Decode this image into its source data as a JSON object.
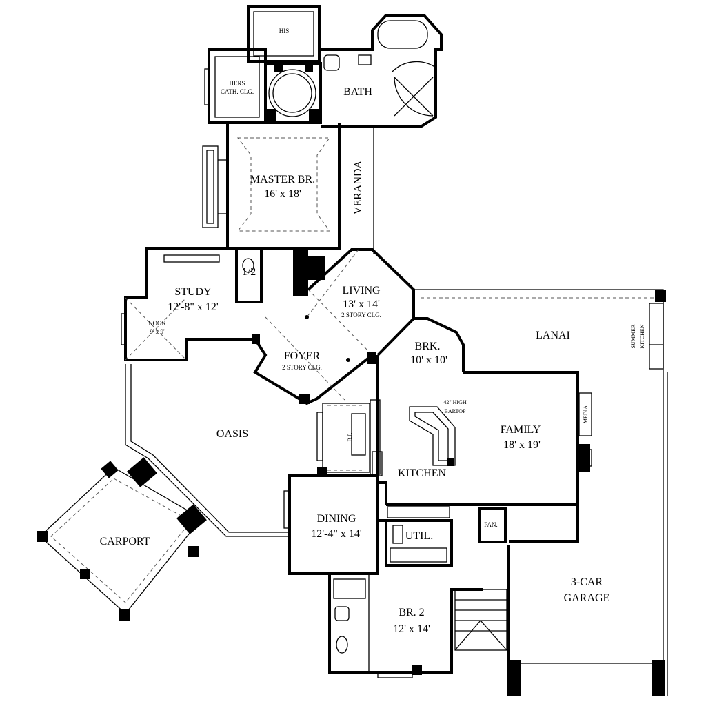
{
  "rooms": {
    "his": "HIS",
    "hers_1": "HERS",
    "hers_2": "CATH. CLG.",
    "bath": "BATH",
    "master_name": "MASTER BR.",
    "master_size": "16' x 18'",
    "veranda": "VERANDA",
    "half_bath": "1/2",
    "study_name": "STUDY",
    "study_size": "12'-8\" x 12'",
    "nook_name": "NOOK",
    "nook_size": "9' x 9'",
    "living_name": "LIVING",
    "living_size": "13' x 14'",
    "living_note": "2 STORY CLG.",
    "foyer_name": "FOYER",
    "foyer_note": "2 STORY CLG.",
    "brk_name": "BRK.",
    "brk_size": "10' x 10'",
    "lanai": "LANAI",
    "summer_1": "SUMMER",
    "summer_2": "KITCHEN",
    "bartop_1": "42\" HIGH",
    "bartop_2": "BARTOP",
    "family_name": "FAMILY",
    "family_size": "18' x 19'",
    "media": "MEDIA",
    "oasis": "OASIS",
    "bp": "B.P.",
    "kitchen": "KITCHEN",
    "dining_name": "DINING",
    "dining_size": "12'-4\" x 14'",
    "util": "UTIL.",
    "pan": "PAN.",
    "carport": "CARPORT",
    "garage_1": "3-CAR",
    "garage_2": "GARAGE",
    "br2_name": "BR. 2",
    "br2_size": "12' x 14'"
  }
}
